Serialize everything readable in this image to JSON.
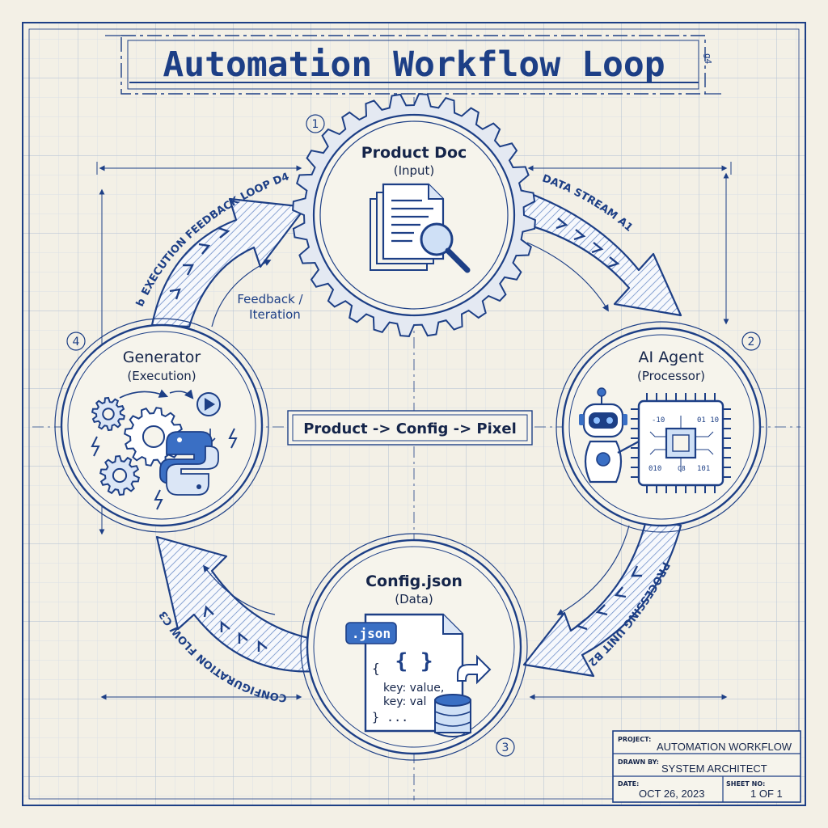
{
  "title": "Automation Workflow Loop",
  "title_side_mark": "g4",
  "nodes": [
    {
      "number": "1",
      "title": "Product Doc",
      "subtitle": "(Input)",
      "icon": "document-search-icon"
    },
    {
      "number": "2",
      "title": "AI Agent",
      "subtitle": "(Processor)",
      "icon": "robot-chip-icon"
    },
    {
      "number": "3",
      "title": "Config.json",
      "subtitle": "(Data)",
      "icon": "json-file-database-icon",
      "file_tag": ".json",
      "braces": "{ }",
      "code_lines": [
        "{",
        "key: value,",
        "key: val",
        "} ..."
      ]
    },
    {
      "number": "4",
      "title": "Generator",
      "subtitle": "(Execution)",
      "icon": "gears-python-icon"
    }
  ],
  "chip_labels": {
    "tl": "-10",
    "tr": "01\n10",
    "bl": "010",
    "br": "101",
    "cb": "C8"
  },
  "flows": {
    "a1": "DATA STREAM A1",
    "b2": "PROCESSING UNIT B2",
    "c3": "CONFIGURATION FLOW C3",
    "d4": "EXECUTION FEEDBACK LOOP D4",
    "d4_prefix": "b",
    "feedback_line1": "Feedback /",
    "feedback_line2": "Iteration"
  },
  "center_label": "Product -> Config -> Pixel",
  "title_block": {
    "project_label": "PROJECT:",
    "project_value": "AUTOMATION WORKFLOW",
    "drawn_label": "DRAWN BY:",
    "drawn_value": "SYSTEM ARCHITECT",
    "date_label": "DATE:",
    "date_value": "OCT 26, 2023",
    "sheet_label": "SHEET NO:",
    "sheet_value": "1 OF 1"
  },
  "colors": {
    "ink": "#1d3f86",
    "accent": "#3a6fc4",
    "paper": "#f3f0e6",
    "grid_minor": "#d9dfe6",
    "grid_major": "#b9c5d6"
  }
}
